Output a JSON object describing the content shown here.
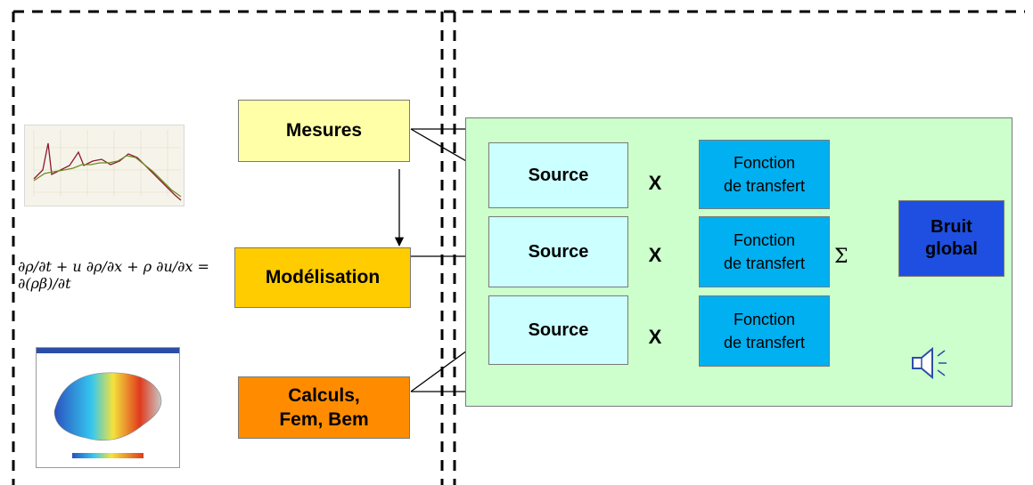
{
  "left_column": {
    "mesures": "Mesures",
    "modelisation": "Modélisation",
    "calculs_line1": "Calculs,",
    "calculs_line2": "Fem, Bem",
    "formula": "∂ρ/∂t + u ∂ρ/∂x + ρ ∂u/∂x = ∂(ρβ)/∂t"
  },
  "panel": {
    "rows": [
      {
        "source": "Source",
        "op": "X",
        "transfer_line1": "Fonction",
        "transfer_line2": "de transfert"
      },
      {
        "source": "Source",
        "op": "X",
        "transfer_line1": "Fonction",
        "transfer_line2": "de transfert"
      },
      {
        "source": "Source",
        "op": "X",
        "transfer_line1": "Fonction",
        "transfer_line2": "de transfert"
      }
    ],
    "sum_symbol": "Σ",
    "output_line1": "Bruit",
    "output_line2": "global"
  },
  "icons": {
    "spectrum_graph": "spectrum-graph-icon",
    "fem_mesh": "fem-mesh-screenshot-icon",
    "speaker": "speaker-icon"
  },
  "colors": {
    "mesures": "#ffffa8",
    "modelisation": "#ffcc00",
    "calculs": "#ff8c00",
    "panel": "#ccffcc",
    "source": "#ccffff",
    "transfer": "#00b0f0",
    "bruit": "#1f4fe0"
  }
}
